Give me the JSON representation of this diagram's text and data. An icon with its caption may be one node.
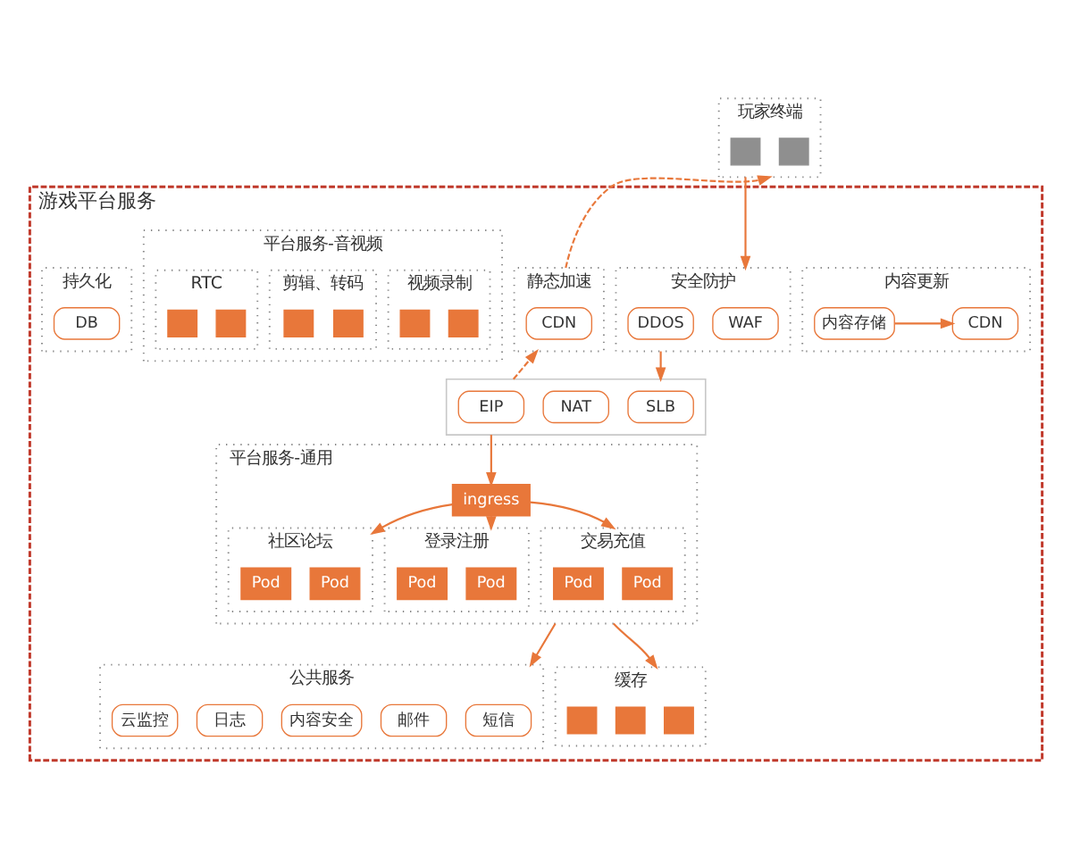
{
  "diagram": {
    "nodes": [
      {
        "text": [
          "游戏平台服务"
        ]
      },
      {
        "text": [
          "内容更新"
        ],
        "in": 0
      },
      {
        "text": [
          "CDN"
        ],
        "in": 1
      },
      {
        "text": [
          "内容存储"
        ],
        "in": 1
      },
      {
        "text": [
          "公共服务"
        ],
        "in": 0
      },
      {
        "text": [
          "短信"
        ],
        "in": 4
      },
      {
        "text": [
          "邮件"
        ],
        "in": 4
      },
      {
        "text": [
          "内容安全"
        ],
        "in": 4
      },
      {
        "text": [
          "日志"
        ],
        "in": 4
      },
      {
        "text": [
          "云监控"
        ],
        "in": 4
      },
      {
        "text": [
          "玩家终端"
        ]
      },
      {
        "text": [],
        "shape": "box",
        "in": 10
      },
      {
        "text": [],
        "shape": "box",
        "in": 10
      },
      {
        "text": [
          "安全防护"
        ],
        "in": 0
      },
      {
        "text": [
          "WAF"
        ],
        "in": 13
      },
      {
        "text": [
          "DDOS"
        ],
        "in": 13
      },
      {
        "text": [
          "静态加速"
        ],
        "in": 0
      },
      {
        "text": [
          "CDN"
        ],
        "in": 16
      },
      {
        "text": [],
        "shape": "box",
        "in": 0
      },
      {
        "text": [
          "SLB"
        ],
        "in": 18
      },
      {
        "text": [
          "NAT"
        ],
        "in": 18
      },
      {
        "text": [
          "EIP"
        ],
        "in": 18
      },
      {
        "text": [
          "平台服务-通用"
        ],
        "in": 0
      },
      {
        "text": [
          "ingress"
        ],
        "in": 22
      },
      {
        "text": [
          "社区论坛"
        ],
        "in": 22
      },
      {
        "text": [
          "Pod"
        ],
        "in": 24
      },
      {
        "text": [
          "Pod"
        ],
        "in": 24
      },
      {
        "text": [
          "登录注册"
        ],
        "in": 22
      },
      {
        "text": [
          "Pod"
        ],
        "in": 27
      },
      {
        "text": [
          "Pod"
        ],
        "in": 27
      },
      {
        "text": [
          "交易充值"
        ],
        "in": 22
      },
      {
        "text": [
          "Pod"
        ],
        "in": 30
      },
      {
        "text": [
          "Pod"
        ],
        "in": 30
      },
      {
        "text": [
          "平台服务-音视频"
        ],
        "in": 0
      },
      {
        "text": [
          "视频录制"
        ],
        "in": 33
      },
      {
        "text": [],
        "shape": "box",
        "in": 34
      },
      {
        "text": [],
        "shape": "box",
        "in": 34
      },
      {
        "text": [
          "剪辑、转码"
        ],
        "in": 33
      },
      {
        "text": [],
        "shape": "box",
        "in": 37
      },
      {
        "text": [],
        "shape": "box",
        "in": 37
      },
      {
        "text": [
          "RTC"
        ],
        "in": 33
      },
      {
        "text": [],
        "shape": "box",
        "in": 40
      },
      {
        "text": [],
        "shape": "box",
        "in": 40
      },
      {
        "text": [
          "缓存"
        ],
        "in": 0
      },
      {
        "text": [],
        "shape": "box",
        "in": 43
      },
      {
        "text": [],
        "shape": "box",
        "in": 43
      },
      {
        "text": [],
        "shape": "box",
        "in": 43
      },
      {
        "text": [
          "持久化"
        ],
        "in": 0
      },
      {
        "text": [
          "DB"
        ],
        "in": 47
      }
    ],
    "edges": [
      {
        "from": 3,
        "to": 2,
        "arrow": "to"
      },
      {
        "from": 22,
        "to": 4,
        "arrow": "to"
      },
      {
        "from": 10,
        "to": 13,
        "arrow": "to"
      },
      {
        "from": 13,
        "to": 18,
        "arrow": "to"
      },
      {
        "from": 18,
        "to": 23,
        "arrow": "to"
      },
      {
        "from": 18,
        "to": 16,
        "arrow": "to",
        "style": "dashed"
      },
      {
        "from": 16,
        "to": 10,
        "arrow": "to",
        "style": "dashed"
      },
      {
        "from": 23,
        "to": 24,
        "arrow": "to"
      },
      {
        "from": 23,
        "to": 27,
        "arrow": "to"
      },
      {
        "from": 23,
        "to": 30,
        "arrow": "to"
      },
      {
        "from": 22,
        "to": 43,
        "arrow": "to"
      }
    ]
  }
}
